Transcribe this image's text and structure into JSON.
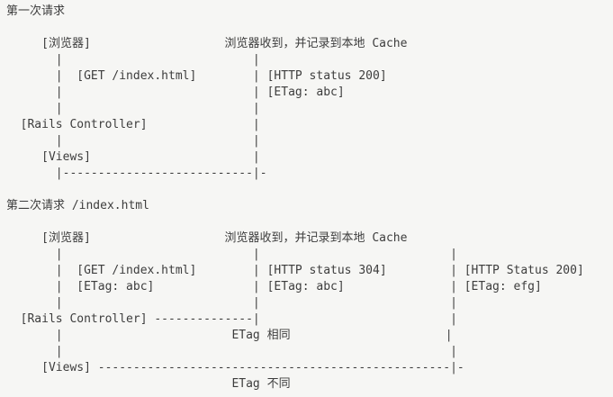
{
  "colors": {
    "background": "#f6f6f4",
    "text": "#3d3d3d"
  },
  "diagram": {
    "description_type": "ascii-sequence-diagram",
    "sections": [
      {
        "id": "first-request",
        "title": "第一次请求",
        "rows": [
          [
            {
              "col": 5,
              "text": "[浏览器]"
            },
            {
              "col": 32,
              "text": "浏览器收到，并记录到本地 Cache"
            }
          ],
          [
            {
              "col": 7,
              "text": "|"
            },
            {
              "col": 35,
              "text": "|"
            }
          ],
          [
            {
              "col": 7,
              "text": "|"
            },
            {
              "col": 10,
              "text": "[GET /index.html]"
            },
            {
              "col": 35,
              "text": "|"
            },
            {
              "col": 37,
              "text": "[HTTP status 200]"
            }
          ],
          [
            {
              "col": 7,
              "text": "|"
            },
            {
              "col": 35,
              "text": "|"
            },
            {
              "col": 37,
              "text": "[ETag: abc]"
            }
          ],
          [
            {
              "col": 7,
              "text": "|"
            },
            {
              "col": 35,
              "text": "|"
            }
          ],
          [
            {
              "col": 2,
              "text": "[Rails Controller]"
            },
            {
              "col": 35,
              "text": "|"
            }
          ],
          [
            {
              "col": 7,
              "text": "|"
            },
            {
              "col": 35,
              "text": "|"
            }
          ],
          [
            {
              "col": 5,
              "text": "[Views]"
            },
            {
              "col": 35,
              "text": "|"
            }
          ],
          [
            {
              "col": 7,
              "text": "|"
            },
            {
              "col": 8,
              "dashes": 27
            },
            {
              "col": 35,
              "text": "|-"
            }
          ]
        ]
      },
      {
        "id": "second-request",
        "title": "第二次请求 /index.html",
        "rows": [
          [
            {
              "col": 5,
              "text": "[浏览器]"
            },
            {
              "col": 32,
              "text": "浏览器收到，并记录到本地 Cache"
            }
          ],
          [
            {
              "col": 7,
              "text": "|"
            },
            {
              "col": 35,
              "text": "|"
            },
            {
              "col": 63,
              "text": "|"
            }
          ],
          [
            {
              "col": 7,
              "text": "|"
            },
            {
              "col": 10,
              "text": "[GET /index.html]"
            },
            {
              "col": 35,
              "text": "|"
            },
            {
              "col": 37,
              "text": "[HTTP status 304]"
            },
            {
              "col": 63,
              "text": "|"
            },
            {
              "col": 65,
              "text": "[HTTP Status 200]"
            }
          ],
          [
            {
              "col": 7,
              "text": "|"
            },
            {
              "col": 10,
              "text": "[ETag: abc]"
            },
            {
              "col": 35,
              "text": "|"
            },
            {
              "col": 37,
              "text": "[ETag: abc]"
            },
            {
              "col": 63,
              "text": "|"
            },
            {
              "col": 65,
              "text": "[ETag: efg]"
            }
          ],
          [
            {
              "col": 7,
              "text": "|"
            },
            {
              "col": 35,
              "text": "|"
            },
            {
              "col": 63,
              "text": "|"
            }
          ],
          [
            {
              "col": 2,
              "text": "[Rails Controller]"
            },
            {
              "col": 21,
              "dashes": 14
            },
            {
              "col": 35,
              "text": "|"
            },
            {
              "col": 63,
              "text": "|"
            }
          ],
          [
            {
              "col": 7,
              "text": "|"
            },
            {
              "col": 32,
              "text": "ETag 相同"
            },
            {
              "col": 63,
              "text": "|"
            }
          ],
          [
            {
              "col": 7,
              "text": "|"
            },
            {
              "col": 63,
              "text": "|"
            }
          ],
          [
            {
              "col": 5,
              "text": "[Views]"
            },
            {
              "col": 13,
              "dashes": 50
            },
            {
              "col": 63,
              "text": "|-"
            }
          ],
          [
            {
              "col": 32,
              "text": "ETag 不同"
            }
          ]
        ]
      }
    ]
  }
}
